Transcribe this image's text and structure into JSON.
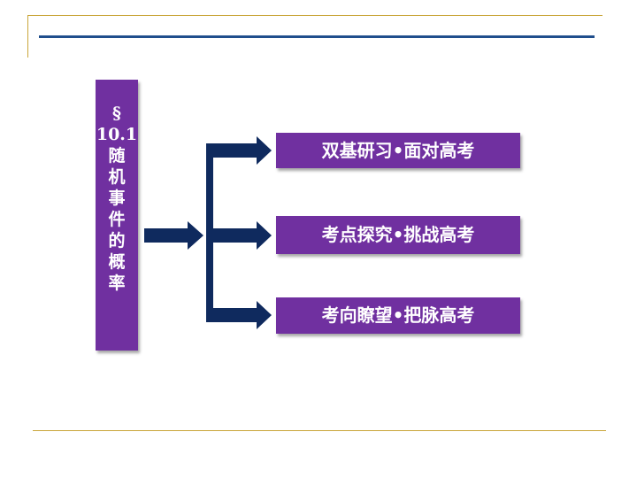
{
  "title": {
    "lines": [
      "§",
      "10.1",
      "随",
      "机",
      "事",
      "件",
      "的",
      "概",
      "率"
    ]
  },
  "items": [
    {
      "label": "双基研习•面对高考"
    },
    {
      "label": "考点探究•挑战高考"
    },
    {
      "label": "考向瞭望•把脉高考"
    }
  ],
  "colors": {
    "box_fill": "#7030a0",
    "arrow": "#0f2a5e",
    "rule_gold": "#c9a63a",
    "rule_blue": "#1f4e8c"
  }
}
